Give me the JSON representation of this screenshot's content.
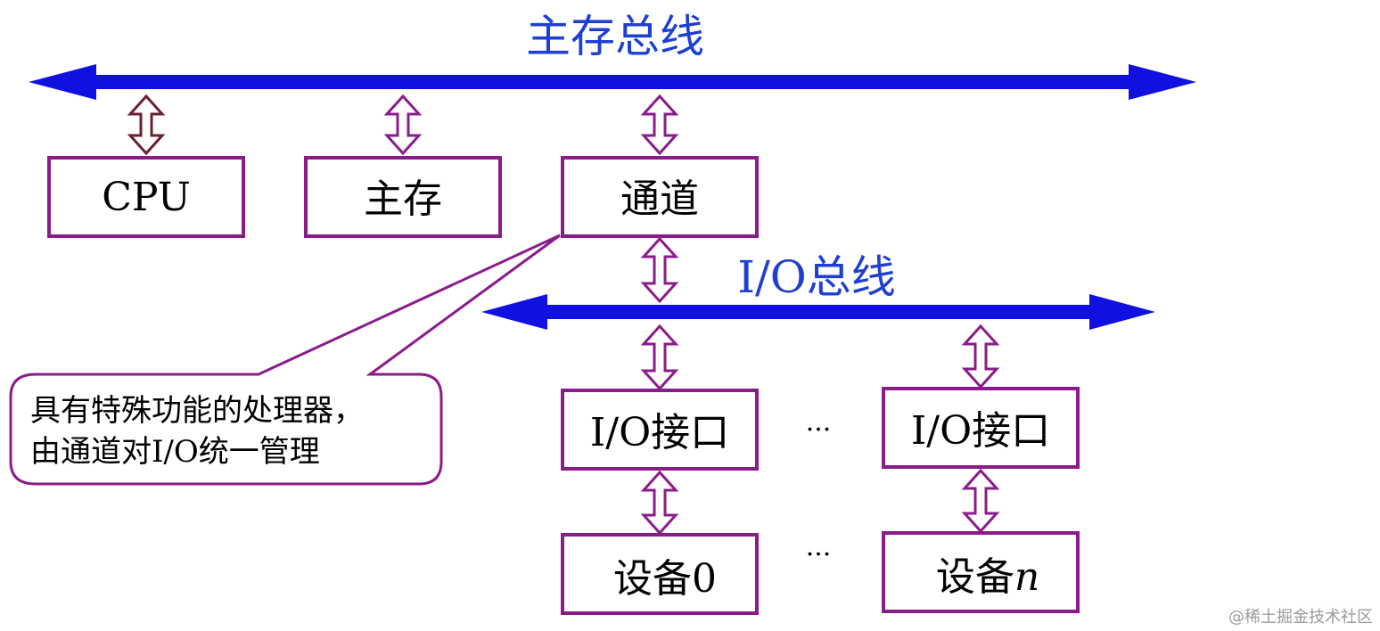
{
  "colors": {
    "bus": "#1010e0",
    "bus_label": "#1f3fd0",
    "box_border": "#8a1c8a",
    "cpu_arrow": "#6a2030",
    "purple_arrow": "#8a1c8a",
    "watermark": "#9a9a9a"
  },
  "main_bus": {
    "label": "主存总线"
  },
  "io_bus": {
    "label": "I/O总线"
  },
  "boxes": {
    "cpu": "CPU",
    "memory": "主存",
    "channel": "通道",
    "io_interface_0": "I/O接口",
    "io_interface_n": "I/O接口",
    "device_0": "设备0",
    "device_n_prefix": "设备",
    "device_n_suffix": "n"
  },
  "ellipsis": "···",
  "callout": {
    "line1": "具有特殊功能的处理器，",
    "line2": "由通道对I/O统一管理"
  },
  "watermark": "@稀土掘金技术社区",
  "icons": {
    "bus_arrow": "double-headed-arrow",
    "connector": "hollow-double-arrow"
  }
}
